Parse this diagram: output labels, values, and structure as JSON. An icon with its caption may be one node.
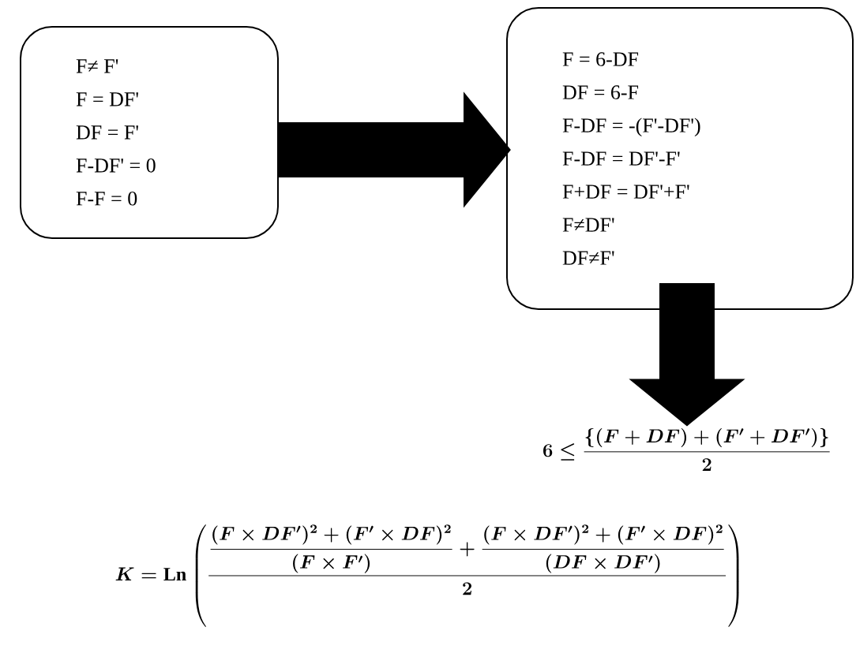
{
  "diagram": {
    "nodes": [
      {
        "text": [
          "F≠ F'",
          "F = DF'",
          "DF = F'",
          "F-DF' = 0",
          "F-F = 0"
        ]
      },
      {
        "text": [
          "F = 6-DF",
          "DF = 6-F",
          "F-DF = -(F'-DF')",
          "F-DF = DF'-F'",
          "F+DF = DF'+F'",
          "F≠DF'",
          "DF≠F'"
        ]
      },
      {
        "text": [
          "6 \\leq \\frac{\\{(F + DF) + (F' + DF')\\}}{2}"
        ]
      }
    ],
    "edges": [
      {
        "from": 0,
        "to": 1,
        "arrow": "to"
      },
      {
        "from": 1,
        "to": 2,
        "arrow": "to"
      }
    ],
    "labels": [
      "K = \\mathrm{Ln}\\left(\\dfrac{\\dfrac{(F\\times DF')^{2}+(F'\\times DF)^{2}}{(F\\times F')}+\\dfrac{(F\\times DF')^{2}+(F'\\times DF)^{2}}{(DF\\times DF')}}{2}\\right)"
    ]
  }
}
